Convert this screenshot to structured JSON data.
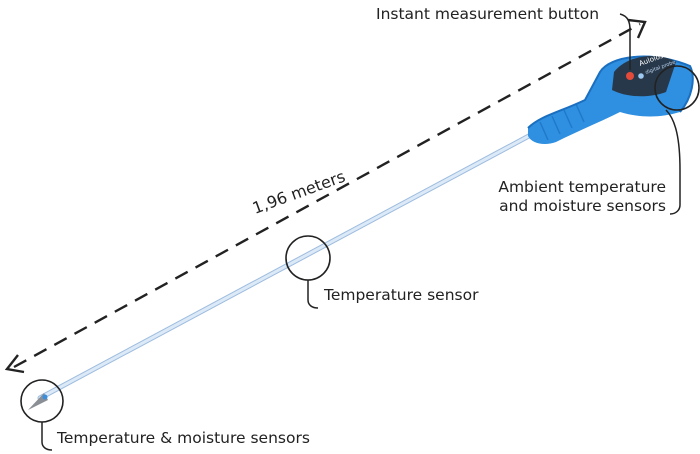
{
  "labels": {
    "button": "Instant measurement button",
    "ambient_line1": "Ambient temperature",
    "ambient_line2": "and moisture sensors",
    "length": "1,96 meters",
    "temperature": "Temperature sensor",
    "tip": "Temperature & moisture sensors"
  },
  "device": {
    "brand_line1": "Aulolos",
    "brand_line2": "digital probe"
  },
  "colors": {
    "handle": "#2f8fe0",
    "handle_dark": "#1a6fc0",
    "panel": "#27384a",
    "rod": "#cfe1f4",
    "rod_edge": "#9dbcdf",
    "text": "#222222",
    "callout": "#222222",
    "button_red": "#e24a3a"
  }
}
